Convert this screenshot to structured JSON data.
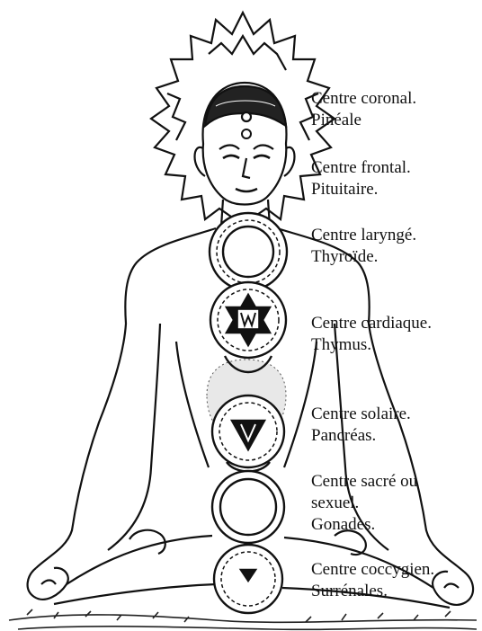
{
  "diagram": {
    "centers": [
      {
        "name": "Centre coronal.",
        "gland": "Pinéale"
      },
      {
        "name": "Centre frontal.",
        "gland": "Pituitaire."
      },
      {
        "name": "Centre laryngé.",
        "gland": "Thyroïde."
      },
      {
        "name": "Centre cardiaque.",
        "gland": "Thymus."
      },
      {
        "name": "Centre solaire.",
        "gland": "Pancréas."
      },
      {
        "name": "Centre sacré ou",
        "name2": "sexuel.",
        "gland": "Gonades."
      },
      {
        "name": "Centre coccygien.",
        "gland": "Surrénales."
      }
    ]
  }
}
